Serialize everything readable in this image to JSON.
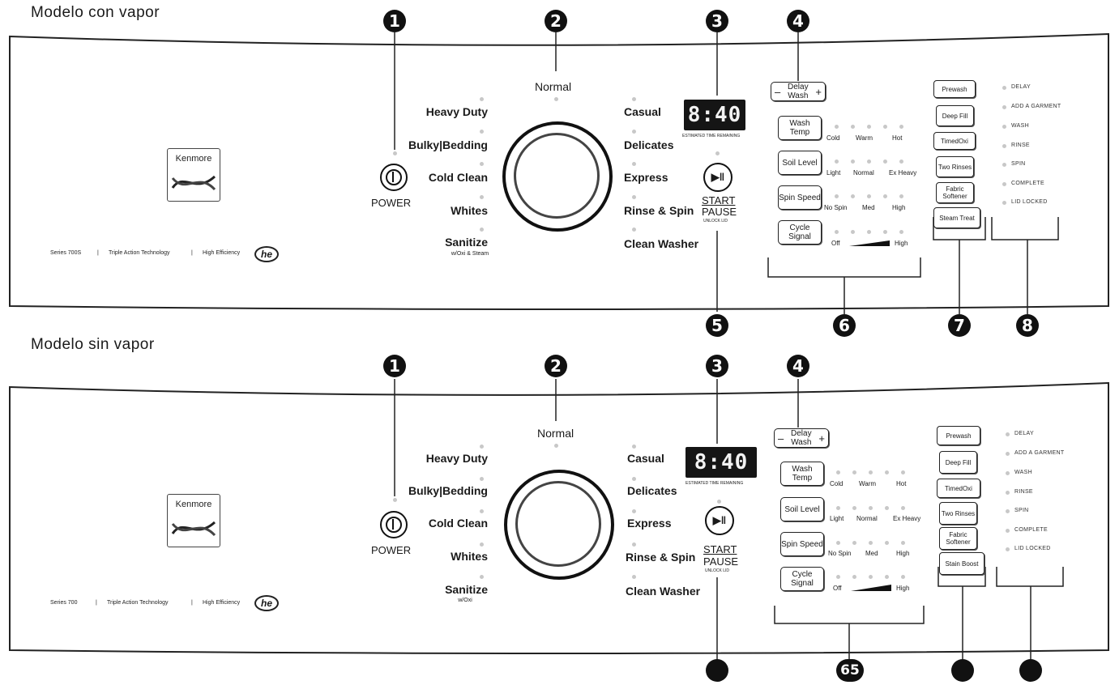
{
  "heading_steam": "Modelo con vapor",
  "heading_nosteam": "Modelo sin vapor",
  "brand": "Kenmore",
  "power_label": "POWER",
  "program_top": "Normal",
  "programs_left": [
    "Heavy Duty",
    "Bulky|Bedding",
    "Cold Clean",
    "Whites",
    "Sanitize"
  ],
  "sanitize_sub_steam": "w/Oxi & Steam",
  "sanitize_sub_nosteam": "w/Oxi",
  "programs_right": [
    "Casual",
    "Delicates",
    "Express",
    "Rinse & Spin",
    "Clean Washer"
  ],
  "display_value": "8:40",
  "display_caption": "ESTIMATED TIME REMAINING",
  "start_label": "START",
  "pause_label": "PAUSE",
  "unlock_label": "UNLOCK LID",
  "delay_wash": {
    "minus": "–",
    "label": "Delay Wash",
    "plus": "+"
  },
  "settings": [
    {
      "label": "Wash Temp",
      "options": [
        "Cold",
        "Warm",
        "Hot"
      ]
    },
    {
      "label": "Soil Level",
      "options": [
        "Light",
        "Normal",
        "Ex Heavy"
      ]
    },
    {
      "label": "Spin Speed",
      "options": [
        "No Spin",
        "Med",
        "High"
      ]
    },
    {
      "label": "Cycle Signal",
      "options": [
        "Off",
        "",
        "High"
      ]
    }
  ],
  "options_steam": [
    "Prewash",
    "Deep Fill",
    "TimedOxi",
    "Two Rinses",
    "Fabric Softener",
    "Steam Treat"
  ],
  "options_nosteam": [
    "Prewash",
    "Deep Fill",
    "TimedOxi",
    "Two Rinses",
    "Fabric Softener",
    "Stain Boost"
  ],
  "status": [
    "DELAY",
    "ADD A GARMENT",
    "WASH",
    "RINSE",
    "SPIN",
    "COMPLETE",
    "LID LOCKED"
  ],
  "footer_steam": [
    "Series 700S",
    "|",
    "Triple Action Technology",
    "|",
    "High Efficiency"
  ],
  "footer_nosteam": [
    "Series 700",
    "|",
    "Triple Action Technology",
    "|",
    "High Efficiency"
  ],
  "he_logo": "he",
  "callouts_steam": [
    "1",
    "2",
    "3",
    "4",
    "5",
    "6",
    "7",
    "8"
  ],
  "callouts_nosteam": [
    "1",
    "2",
    "3",
    "4",
    "",
    "65",
    "",
    ""
  ]
}
